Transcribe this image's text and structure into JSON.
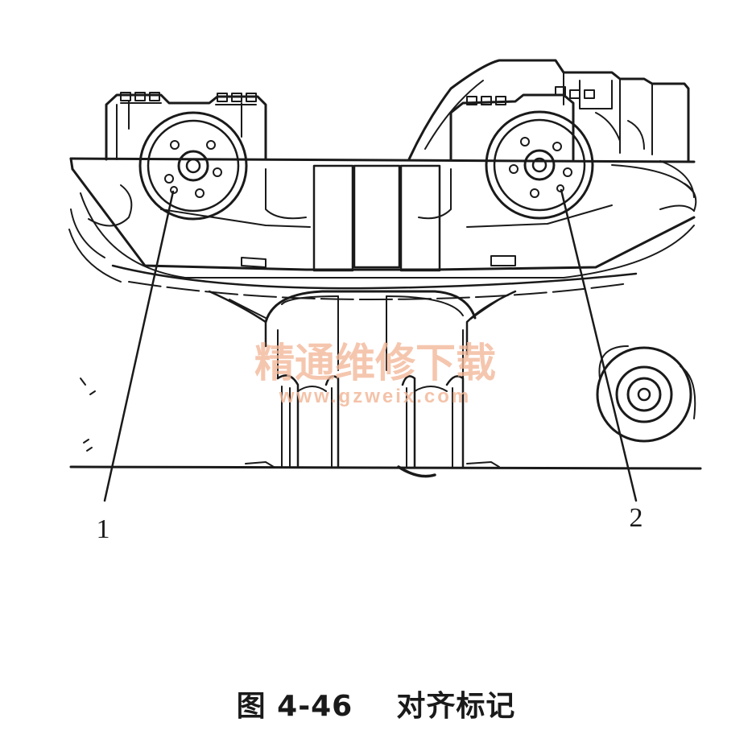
{
  "figure": {
    "callouts": [
      {
        "label": "1"
      },
      {
        "label": "2"
      }
    ],
    "watermark": {
      "text": "精通维修下载",
      "url": "www.gzweix.com",
      "color": "#f2b89a"
    },
    "caption": {
      "number": "图 4-46",
      "title": "对齐标记"
    },
    "colors": {
      "ink": "#1a1a1a",
      "paper": "#ffffff"
    }
  }
}
